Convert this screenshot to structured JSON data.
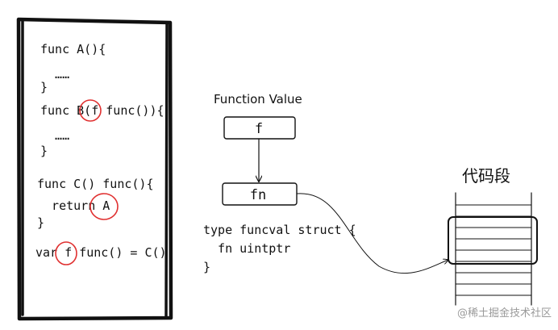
{
  "code_panel": {
    "lines": [
      "func A(){",
      "  ……",
      "}",
      "func B(f func()){",
      "  ……",
      "}",
      "func C() func(){",
      "  return A",
      "}",
      "var f func() = C()"
    ]
  },
  "diagram": {
    "title": "Function Value",
    "box_f": "f",
    "box_fn": "fn",
    "struct_lines": [
      "type funcval struct {",
      "  fn uintptr",
      "}"
    ],
    "code_segment_title": "代码段"
  },
  "watermark": "@稀土掘金技术社区"
}
